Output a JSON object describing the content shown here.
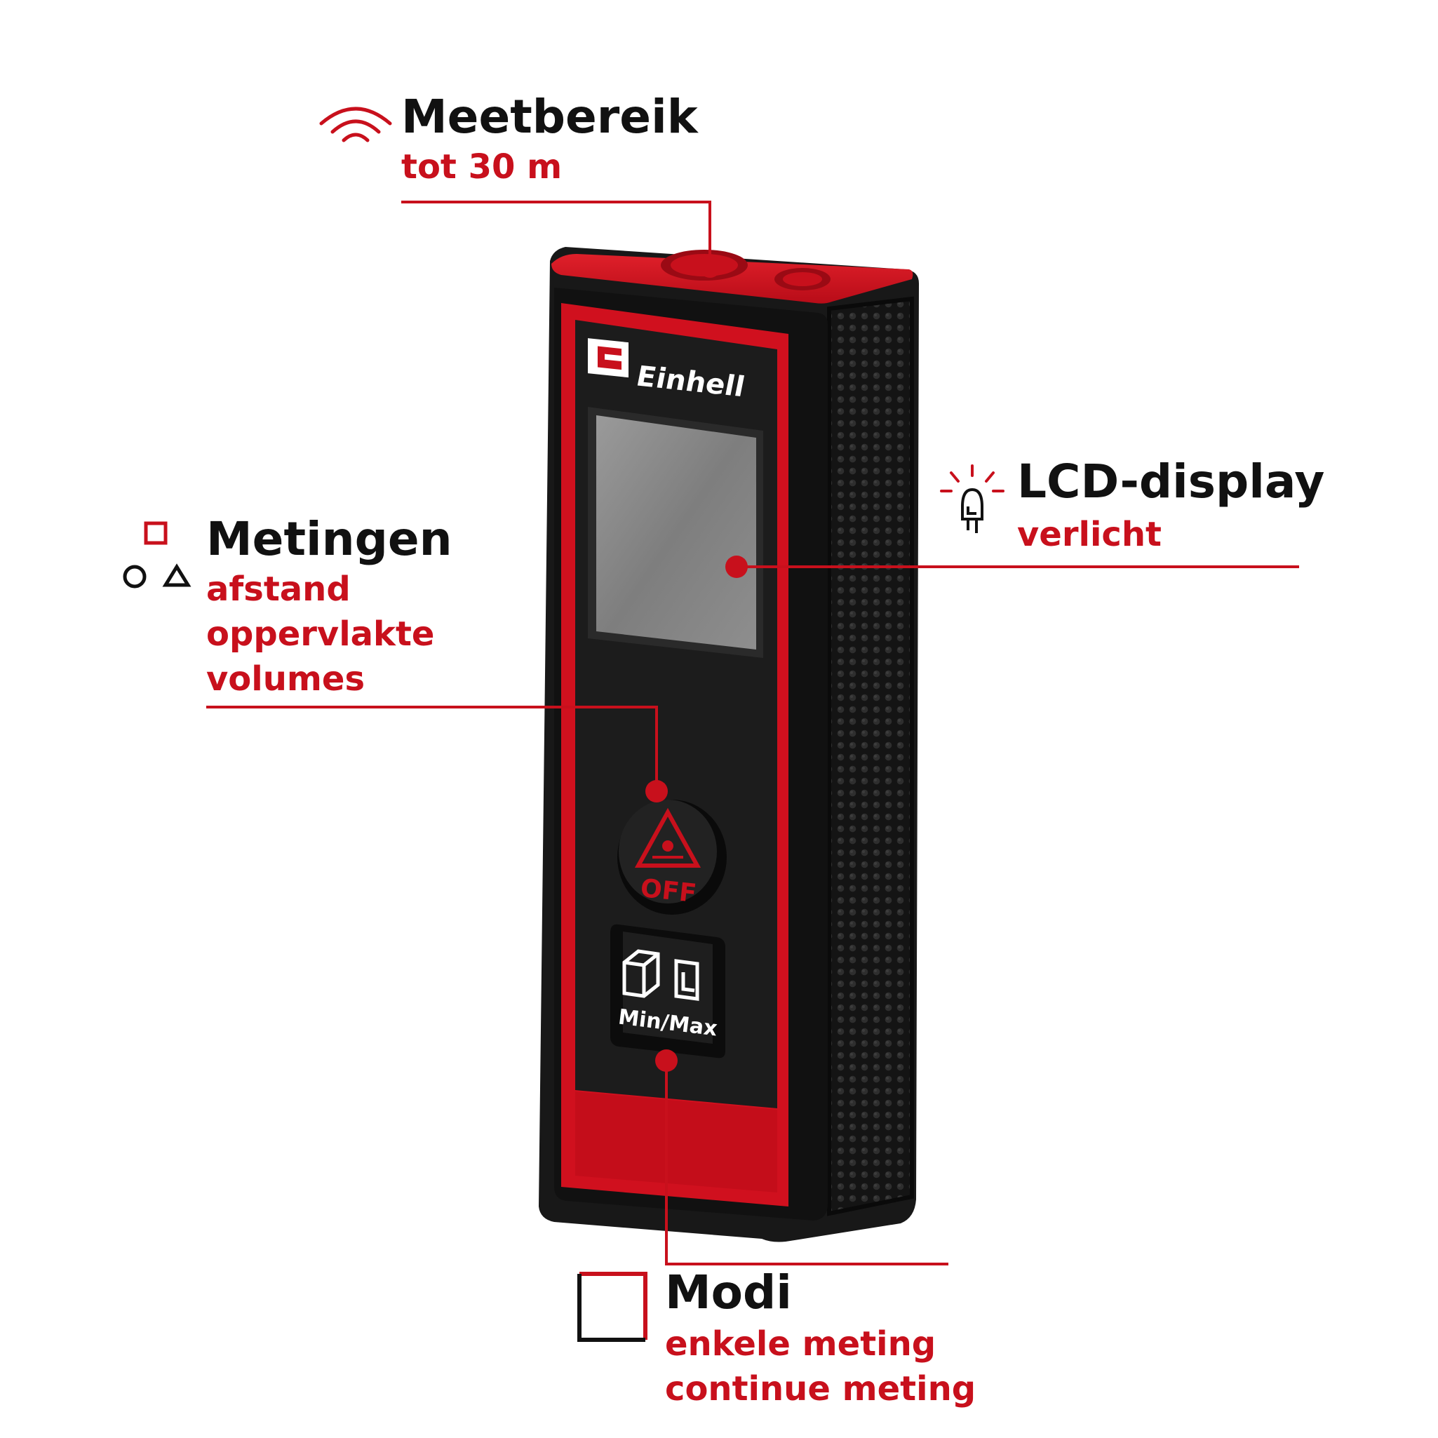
{
  "colors": {
    "accent": "#c8102e",
    "text": "#111111",
    "device_body": "#1b1b1b",
    "device_red": "#d0101e"
  },
  "device": {
    "brand": "Einhell",
    "button_power_label": "OFF",
    "button_mode_label": "Min/Max"
  },
  "callouts": {
    "range": {
      "icon": "signal-waves-icon",
      "title": "Meetbereik",
      "subtitle": "tot 30 m"
    },
    "display": {
      "icon": "light-bulb-icon",
      "title": "LCD-display",
      "subtitle": "verlicht"
    },
    "measurements": {
      "icon": "shapes-icon",
      "title": "Metingen",
      "lines": [
        "afstand",
        "oppervlakte",
        "volumes"
      ]
    },
    "modes": {
      "icon": "square-frame-icon",
      "title": "Modi",
      "lines": [
        "enkele meting",
        "continue meting"
      ]
    }
  }
}
